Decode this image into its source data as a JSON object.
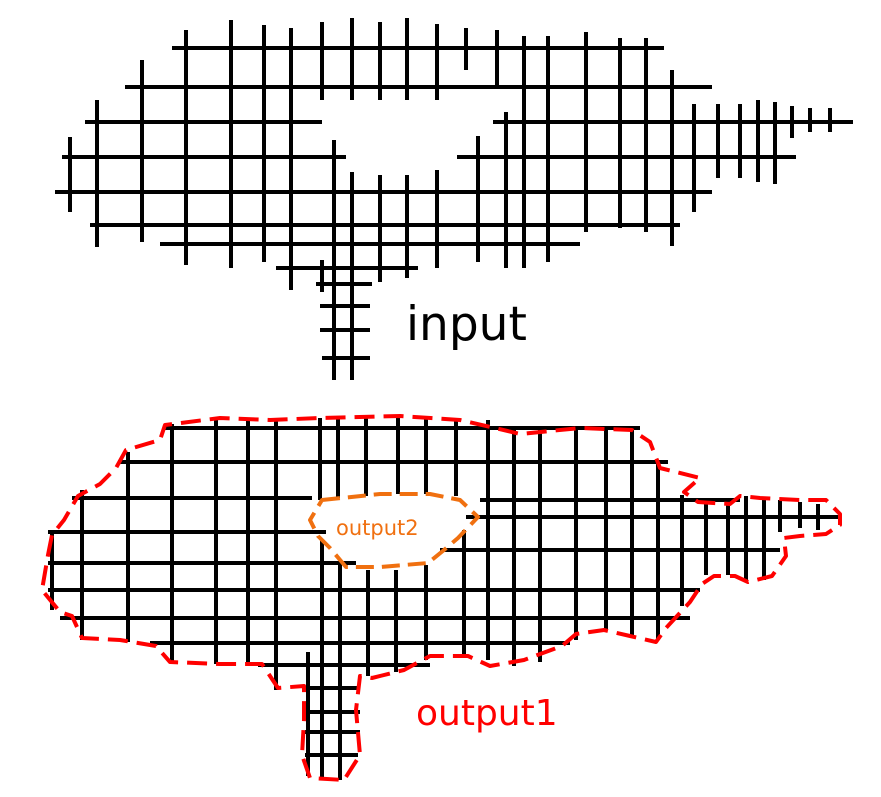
{
  "labels": {
    "input": "input",
    "output1": "output1",
    "output2": "output2"
  },
  "colors": {
    "grid": "#000000",
    "output1_outline": "#ff0000",
    "output2_outline": "#f07010",
    "background": "#ffffff"
  }
}
